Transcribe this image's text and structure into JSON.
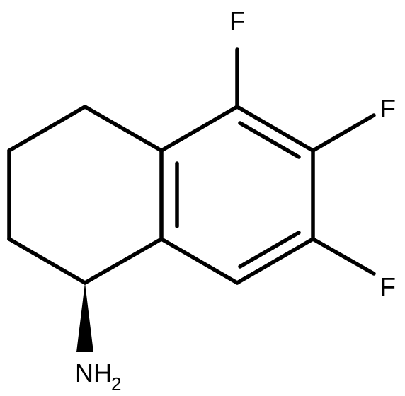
{
  "structure": {
    "atoms": {
      "f1": "F",
      "f2": "F",
      "f3": "F",
      "amine": "NH",
      "amine_subscript": "2"
    }
  }
}
